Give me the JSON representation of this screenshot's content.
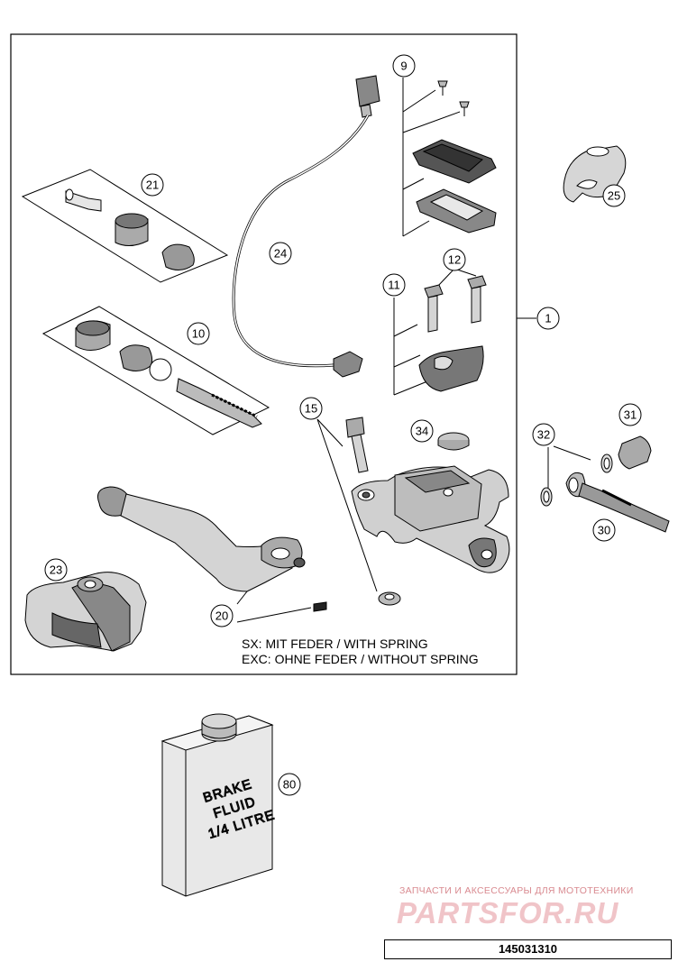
{
  "callouts": [
    {
      "num": "9"
    },
    {
      "num": "21"
    },
    {
      "num": "24"
    },
    {
      "num": "25"
    },
    {
      "num": "12"
    },
    {
      "num": "11"
    },
    {
      "num": "1"
    },
    {
      "num": "10"
    },
    {
      "num": "15"
    },
    {
      "num": "34"
    },
    {
      "num": "31"
    },
    {
      "num": "32"
    },
    {
      "num": "30"
    },
    {
      "num": "23"
    },
    {
      "num": "20"
    },
    {
      "num": "80"
    }
  ],
  "notes": {
    "line1": "SX: MIT FEDER / WITH SPRING",
    "line2": "EXC: OHNE FEDER / WITHOUT SPRING"
  },
  "fluid": {
    "line1": "BRAKE",
    "line2": "FLUID",
    "line3": "1/4 LITRE"
  },
  "watermark": {
    "tagline": "ЗАПЧАСТИ И АКСЕССУАРЫ ДЛЯ МОТОТЕХНИКИ",
    "brand": "PARTSFOR.RU"
  },
  "catalog_number": "145031310",
  "colors": {
    "line": "#000000",
    "part_fill": "#d4d4d4",
    "watermark": "#e0a0a6"
  }
}
